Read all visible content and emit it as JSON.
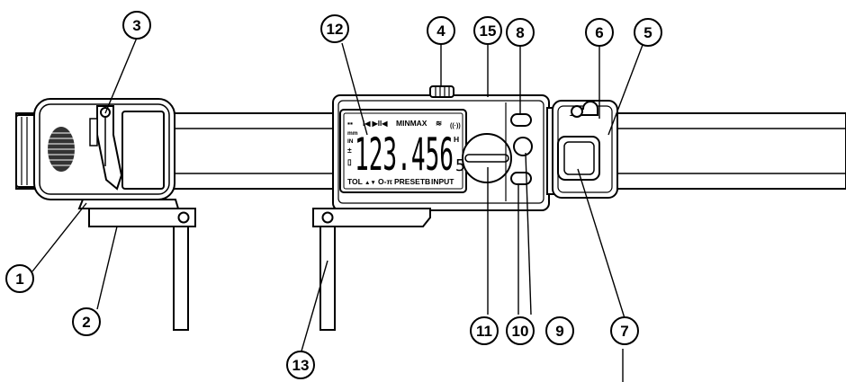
{
  "callouts": [
    "1",
    "2",
    "3",
    "4",
    "5",
    "6",
    "7",
    "8",
    "9",
    "10",
    "11",
    "12",
    "13",
    "15"
  ],
  "lcd": {
    "unit_top": "mm",
    "unit_bottom": "IN",
    "playback_symbol": "I◀ ▶II◀",
    "minmax": "MINMAX",
    "digits": "123.456",
    "small_digit": "5",
    "hold": "H",
    "tol": "TOL",
    "arrows": "▲▼",
    "key": "O-π",
    "preset": "PRESET",
    "input_mark": "B",
    "input": "INPUT"
  },
  "icons": [
    "rf-antenna-icon",
    "battery-icon",
    "signal-icon",
    "key-icon",
    "knurled-knob-icon"
  ]
}
